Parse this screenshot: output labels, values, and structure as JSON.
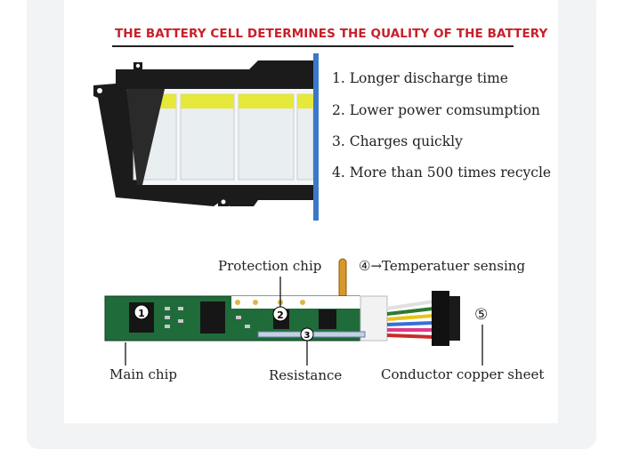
{
  "heading": "THE BATTERY CELL DETERMINES THE QUALITY OF THE BATTERY",
  "features": [
    "1. Longer discharge time",
    "2. Lower power comsumption",
    "3. Charges quickly",
    "4. More than 500 times recycle"
  ],
  "labels": {
    "protection_chip": "Protection chip",
    "temperature_sensing": "④→Temperatuer sensing",
    "five": "⑤",
    "main_chip": "Main chip",
    "resistance": "Resistance",
    "conductor": "Conductor copper sheet"
  },
  "board_marks": [
    "1",
    "2",
    "3"
  ],
  "colors": {
    "heading": "#c8202a",
    "pcb": "#1f6b3a",
    "frame": "#1b1b1b",
    "cell": "#e9eef0",
    "cell_band": "#e6e83a",
    "accent_blue": "#3a78c9"
  }
}
